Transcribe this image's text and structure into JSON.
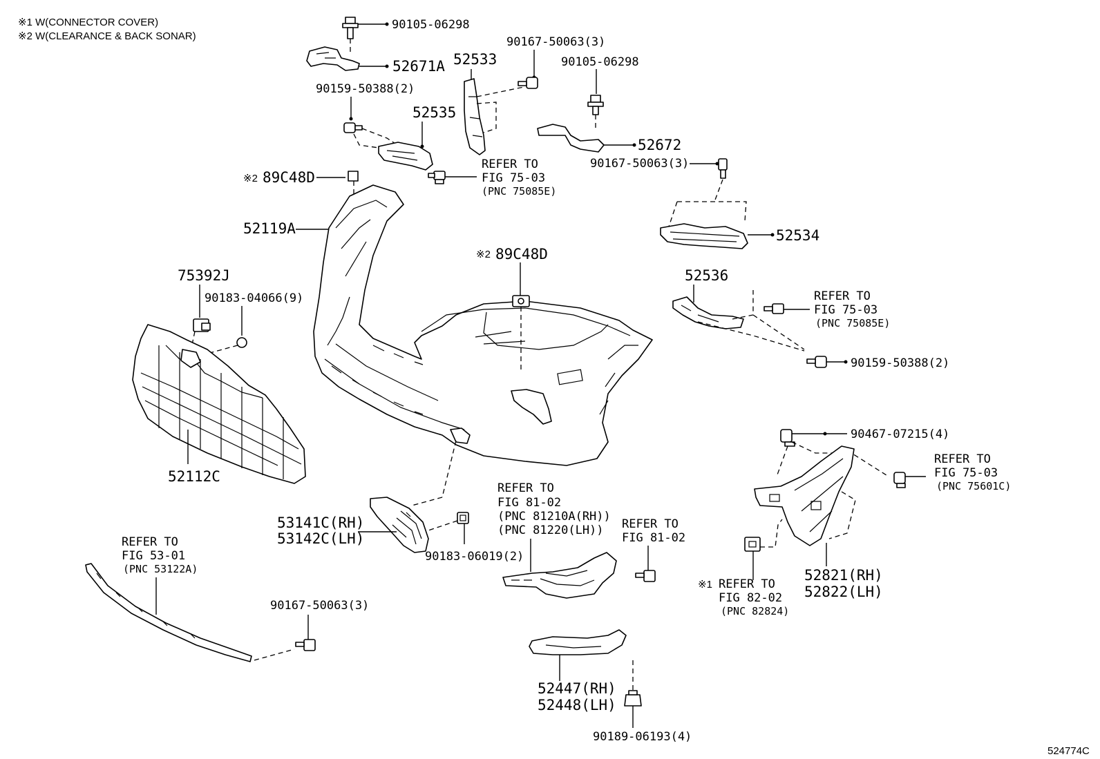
{
  "legend": {
    "note1": "※1 W(CONNECTOR COVER)",
    "note2": "※2 W(CLEARANCE & BACK SONAR)"
  },
  "figure_id": "524774C",
  "parts": {
    "p_90105_a": "90105-06298",
    "p_52671A": "52671A",
    "p_90159_a": "90159-50388(2)",
    "p_52535": "52535",
    "p_52533": "52533",
    "p_90167_a": "90167-50063(3)",
    "p_90105_b": "90105-06298",
    "p_52672": "52672",
    "p_90167_b": "90167-50063(3)",
    "p_89C48D_a_mark": "※2",
    "p_89C48D_a": "89C48D",
    "p_52119A": "52119A",
    "p_52534": "52534",
    "p_89C48D_b_mark": "※2",
    "p_89C48D_b": "89C48D",
    "p_75392J": "75392J",
    "p_90183_a": "90183-04066(9)",
    "p_52536": "52536",
    "p_90159_b": "90159-50388(2)",
    "p_52112C": "52112C",
    "p_90467": "90467-07215(4)",
    "p_53141C": "53141C(RH)",
    "p_53142C": "53142C(LH)",
    "p_90183_b": "90183-06019(2)",
    "p_52821": "52821(RH)",
    "p_52822": "52822(LH)",
    "p_90167_c": "90167-50063(3)",
    "p_52447": "52447(RH)",
    "p_52448": "52448(LH)",
    "p_90189": "90189-06193(4)"
  },
  "refs": {
    "r1": {
      "l1": "REFER TO",
      "l2": "FIG 75-03",
      "l3": "(PNC 75085E)"
    },
    "r2": {
      "l1": "REFER TO",
      "l2": "FIG 75-03",
      "l3": "(PNC 75085E)"
    },
    "r3": {
      "l1": "REFER TO",
      "l2": "FIG 75-03",
      "l3": "(PNC 75601C)"
    },
    "r4": {
      "l1": "REFER TO",
      "l2": "FIG 81-02",
      "l3": "(PNC 81210A(RH))",
      "l4": "(PNC 81220(LH))"
    },
    "r5": {
      "l1": "REFER TO",
      "l2": "FIG 81-02"
    },
    "r6": {
      "mark": "※1",
      "l1": "REFER TO",
      "l2": "FIG 82-02",
      "l3": "(PNC 82824)"
    },
    "r7": {
      "l1": "REFER TO",
      "l2": "FIG 53-01",
      "l3": "(PNC 53122A)"
    }
  }
}
